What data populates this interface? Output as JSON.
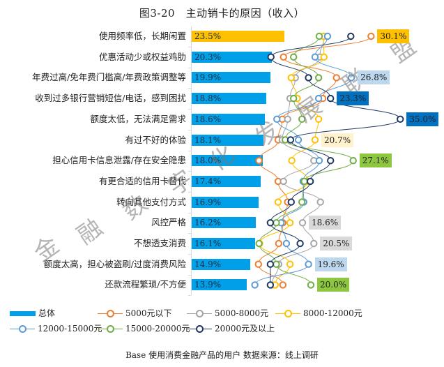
{
  "title": "图3-20　主动销卡的原因（收入）",
  "footer": "Base 使用消费金融产品的用户 数据来源：线上调研",
  "watermark": [
    "金",
    "融",
    "数",
    "字",
    "化",
    "发",
    "展",
    "联",
    "盟"
  ],
  "colors": {
    "总体": "#00a0e9",
    "总体_highlight": "#ffc000",
    "5000元以下": "#ed7d31",
    "5000-8000元": "#a5a5a5",
    "8000-12000元": "#ffc000",
    "12000-15000元": "#5b9bd5",
    "15000-20000元": "#70ad47",
    "20000元及以上": "#1f3864"
  },
  "chart_data": {
    "type": "bar",
    "title": "图3-20 主动销卡的原因（收入）",
    "xlabel": "",
    "ylabel": "",
    "legend_position": "bottom",
    "grid": false,
    "categories": [
      "使用频率低，长期闲置",
      "优惠活动少或权益鸡肋",
      "年费过高/免年费门槛高/年费政策调整等",
      "收到过多银行营销短信/电话，感到困扰",
      "额度太低，无法满足需求",
      "有过不好的体验",
      "担心信用卡信息泄露/存在安全隐患",
      "有更合适的信用卡替代",
      "转向其他支付方式",
      "风控严格",
      "不想透支消费",
      "额度太高，担心被盗刷/过度消费风险",
      "还款流程繁琐/不方便"
    ],
    "series": [
      {
        "name": "总体",
        "style": "bar",
        "values": [
          23.5,
          20.3,
          19.9,
          18.8,
          18.6,
          18.1,
          18.0,
          17.4,
          16.9,
          16.2,
          16.1,
          14.9,
          13.9
        ]
      },
      {
        "name": "5000元以下",
        "style": "line-marker",
        "values": [
          30.1,
          15.4,
          24.3,
          22.0,
          15.2,
          14.5,
          11.3,
          14.5,
          16.1,
          15.3,
          14.6,
          11.2,
          15.3
        ]
      },
      {
        "name": "5000-8000元",
        "style": "line-marker",
        "values": [
          22.2,
          21.5,
          17.4,
          16.5,
          16.1,
          15.2,
          20.5,
          15.4,
          21.6,
          18.6,
          20.5,
          14.6,
          13.5
        ]
      },
      {
        "name": "8000-12000元",
        "style": "line-marker",
        "values": [
          22.1,
          22.2,
          16.7,
          17.7,
          21.3,
          20.7,
          16.8,
          19.5,
          14.5,
          16.5,
          11.4,
          16.5,
          14.0
        ]
      },
      {
        "name": "12000-15000元",
        "style": "line-marker",
        "values": [
          22.8,
          20.7,
          26.8,
          21.3,
          14.3,
          17.9,
          21.4,
          18.7,
          18.8,
          15.0,
          15.9,
          19.6,
          10.6
        ]
      },
      {
        "name": "15000-20000元",
        "style": "line-marker",
        "values": [
          21.4,
          17.1,
          21.3,
          17.1,
          18.5,
          15.7,
          27.1,
          18.9,
          18.5,
          14.2,
          11.3,
          14.2,
          20.0
        ]
      },
      {
        "name": "20000元及以上",
        "style": "line-marker",
        "values": [
          26.7,
          13.3,
          19.6,
          23.3,
          35.0,
          16.6,
          23.3,
          19.9,
          16.7,
          13.2,
          18.2,
          13.2,
          13.2
        ]
      }
    ],
    "highlighted_labels": [
      {
        "category": "使用频率低，长期闲置",
        "series": "5000元以下",
        "label": "30.1%"
      },
      {
        "category": "年费过高/免年费门槛高/年费政策调整等",
        "series": "12000-15000元",
        "label": "26.8%"
      },
      {
        "category": "收到过多银行营销短信/电话，感到困扰",
        "series": "20000元及以上",
        "label": "23.3%"
      },
      {
        "category": "额度太低，无法满足需求",
        "series": "20000元及以上",
        "label": "35.0%"
      },
      {
        "category": "有过不好的体验",
        "series": "8000-12000元",
        "label": "20.7%"
      },
      {
        "category": "担心信用卡信息泄露/存在安全隐患",
        "series": "15000-20000元",
        "label": "27.1%"
      },
      {
        "category": "风控严格",
        "series": "5000-8000元",
        "label": "18.6%"
      },
      {
        "category": "不想透支消费",
        "series": "5000-8000元",
        "label": "20.5%"
      },
      {
        "category": "额度太高，担心被盗刷/过度消费风险",
        "series": "12000-15000元",
        "label": "19.6%"
      },
      {
        "category": "还款流程繁琐/不方便",
        "series": "15000-20000元",
        "label": "20.0%"
      }
    ],
    "unit": "%"
  },
  "legend": [
    {
      "label": "总体",
      "type": "bar"
    },
    {
      "label": "5000元以下",
      "type": "line"
    },
    {
      "label": "5000-8000元",
      "type": "line"
    },
    {
      "label": "8000-12000元",
      "type": "line"
    },
    {
      "label": "12000-15000元",
      "type": "line"
    },
    {
      "label": "15000-20000元",
      "type": "line"
    },
    {
      "label": "20000元及以上",
      "type": "line"
    }
  ]
}
